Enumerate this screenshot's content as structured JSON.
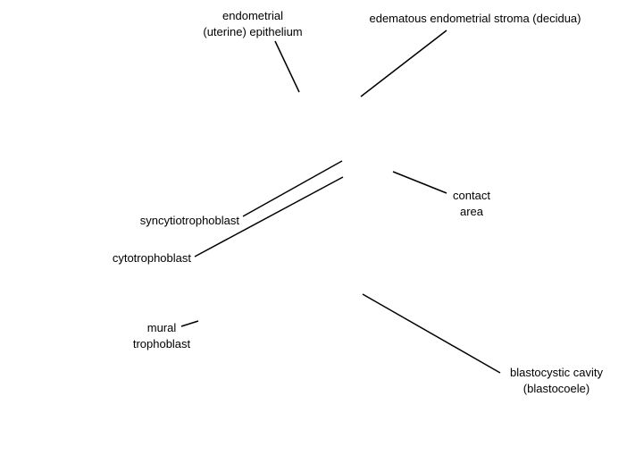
{
  "labels": {
    "endometrial_epithelium": "endometrial\n(uterine) epithelium",
    "edematous_stroma": "edematous endometrial stroma (decidua)",
    "contact_area": "contact\narea",
    "syncytiotrophoblast": "syncytiotrophoblast",
    "cytotrophoblast": "cytotrophoblast",
    "mural_trophoblast": "mural\ntrophoblast",
    "blastocystic_cavity": "blastocystic cavity\n(blastocoele)"
  },
  "colors": {
    "background": "#ffffff",
    "text": "#000000",
    "leader_line": "#000000"
  }
}
